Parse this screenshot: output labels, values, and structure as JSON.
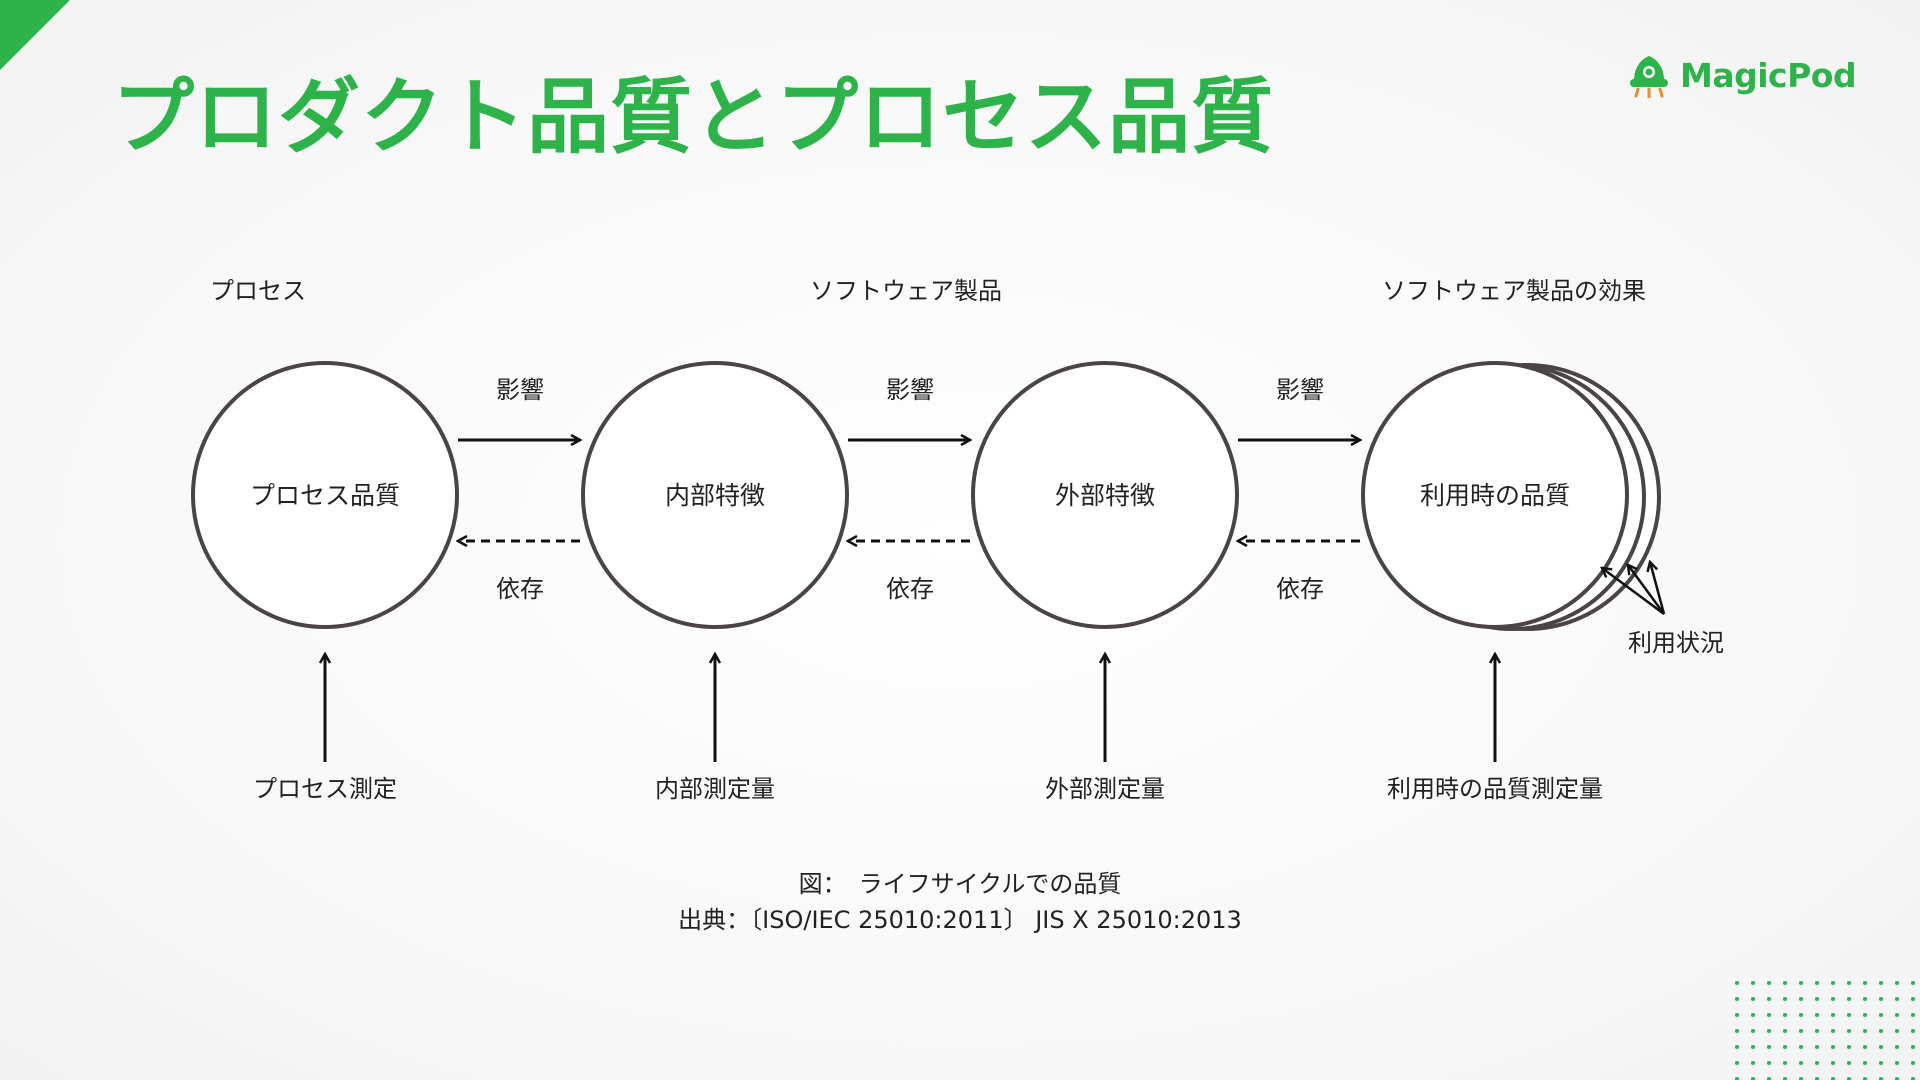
{
  "title": "プロダクト品質とプロセス品質",
  "logo": {
    "text": "MagicPod",
    "icon": "rocket-icon"
  },
  "columns": [
    {
      "header": "プロセス",
      "circle": "プロセス品質",
      "measure": "プロセス測定"
    },
    {
      "header": "ソフトウェア製品",
      "circle": "内部特徴",
      "measure": "内部測定量"
    },
    {
      "header": "",
      "circle": "外部特徴",
      "measure": "外部測定量"
    },
    {
      "header": "ソフトウェア製品の効果",
      "circle": "利用時の品質",
      "measure": "利用時の品質測定量"
    }
  ],
  "influence_label": "影響",
  "dependency_label": "依存",
  "usage_label": "利用状況",
  "caption": {
    "line1": "図：　ライフサイクルでの品質",
    "line2": "出典：〔ISO/IEC 25010:2011〕 JIS X 25010:2013"
  },
  "colors": {
    "accent": "#2db34a",
    "stroke": "#4a4444",
    "text": "#222222"
  }
}
